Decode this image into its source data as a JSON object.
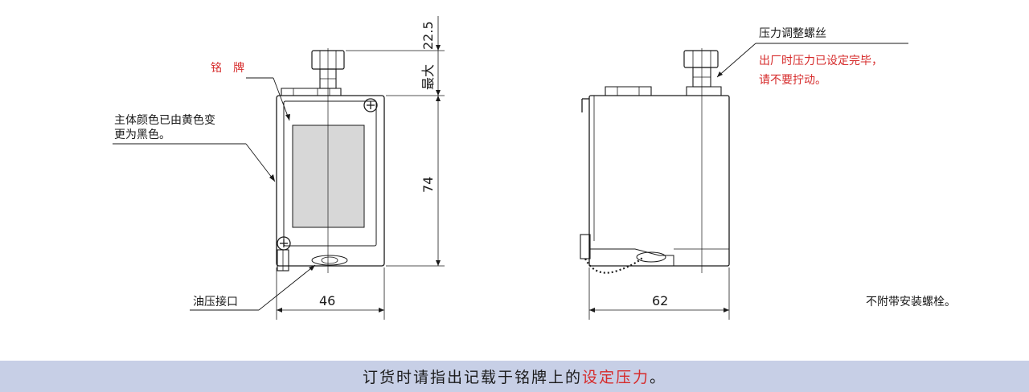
{
  "labels": {
    "nameplate": "铭　牌",
    "body_color_note": [
      "主体颜色已由黄色变",
      "更为黑色。"
    ],
    "oil_port": "油压接口",
    "pressure_screw": "压力调整螺丝",
    "factory_note": [
      "出厂时压力已设定完毕，",
      "请不要拧动。"
    ],
    "no_bolts": "不附带安装螺栓。"
  },
  "dimensions": {
    "top_clearance": "22.5",
    "max": "最大",
    "height": "74",
    "width_front": "46",
    "width_side": "62"
  },
  "footer": {
    "text_before": "订货时请指出记载于铭牌上的",
    "text_highlight": "设定压力",
    "text_after": "。"
  },
  "colors": {
    "accent_red": "#d62b2b",
    "footer_bar": "#c7cfe6",
    "line": "#1a1a1a"
  }
}
